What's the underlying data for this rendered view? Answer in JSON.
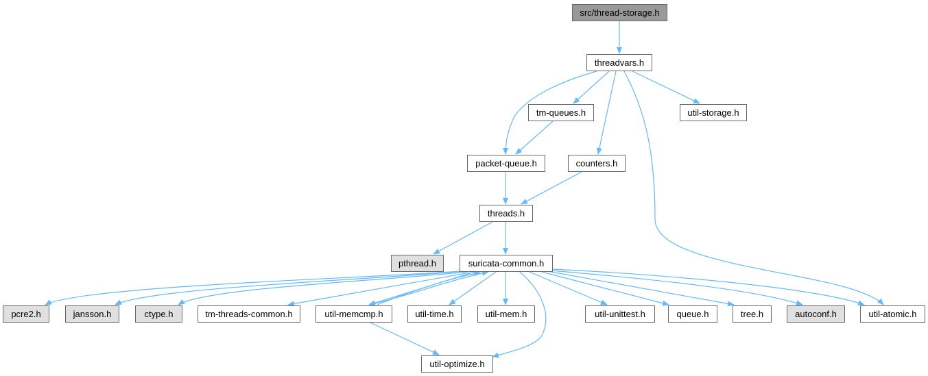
{
  "diagram": {
    "colors": {
      "edge": "#63b8ff",
      "border": "#666666",
      "text": "#000000",
      "root_fill": "#999999",
      "external_fill": "#e0e0e0",
      "normal_fill": "#ffffff"
    },
    "nodes": [
      {
        "id": "thread-storage",
        "label": "src/thread-storage.h",
        "kind": "root"
      },
      {
        "id": "threadvars",
        "label": "threadvars.h",
        "kind": "normal"
      },
      {
        "id": "tm-queues",
        "label": "tm-queues.h",
        "kind": "normal"
      },
      {
        "id": "util-storage",
        "label": "util-storage.h",
        "kind": "normal"
      },
      {
        "id": "packet-queue",
        "label": "packet-queue.h",
        "kind": "normal"
      },
      {
        "id": "counters",
        "label": "counters.h",
        "kind": "normal"
      },
      {
        "id": "threads",
        "label": "threads.h",
        "kind": "normal"
      },
      {
        "id": "pthread",
        "label": "pthread.h",
        "kind": "external"
      },
      {
        "id": "suricata-common",
        "label": "suricata-common.h",
        "kind": "normal"
      },
      {
        "id": "pcre2",
        "label": "pcre2.h",
        "kind": "external"
      },
      {
        "id": "jansson",
        "label": "jansson.h",
        "kind": "external"
      },
      {
        "id": "ctype",
        "label": "ctype.h",
        "kind": "external"
      },
      {
        "id": "tm-threads-common",
        "label": "tm-threads-common.h",
        "kind": "normal"
      },
      {
        "id": "util-memcmp",
        "label": "util-memcmp.h",
        "kind": "normal"
      },
      {
        "id": "util-time",
        "label": "util-time.h",
        "kind": "normal"
      },
      {
        "id": "util-mem",
        "label": "util-mem.h",
        "kind": "normal"
      },
      {
        "id": "util-unittest",
        "label": "util-unittest.h",
        "kind": "normal"
      },
      {
        "id": "queue",
        "label": "queue.h",
        "kind": "normal"
      },
      {
        "id": "tree",
        "label": "tree.h",
        "kind": "normal"
      },
      {
        "id": "autoconf",
        "label": "autoconf.h",
        "kind": "external"
      },
      {
        "id": "util-atomic",
        "label": "util-atomic.h",
        "kind": "normal"
      },
      {
        "id": "util-optimize",
        "label": "util-optimize.h",
        "kind": "normal"
      }
    ],
    "edges": [
      {
        "from": "thread-storage",
        "to": "threadvars"
      },
      {
        "from": "threadvars",
        "to": "tm-queues"
      },
      {
        "from": "threadvars",
        "to": "util-storage"
      },
      {
        "from": "threadvars",
        "to": "packet-queue"
      },
      {
        "from": "threadvars",
        "to": "counters"
      },
      {
        "from": "threadvars",
        "to": "util-atomic"
      },
      {
        "from": "tm-queues",
        "to": "packet-queue"
      },
      {
        "from": "packet-queue",
        "to": "threads"
      },
      {
        "from": "counters",
        "to": "threads"
      },
      {
        "from": "threads",
        "to": "pthread"
      },
      {
        "from": "threads",
        "to": "suricata-common"
      },
      {
        "from": "suricata-common",
        "to": "pcre2"
      },
      {
        "from": "suricata-common",
        "to": "jansson"
      },
      {
        "from": "suricata-common",
        "to": "ctype"
      },
      {
        "from": "suricata-common",
        "to": "tm-threads-common"
      },
      {
        "from": "suricata-common",
        "to": "util-memcmp"
      },
      {
        "from": "suricata-common",
        "to": "util-time"
      },
      {
        "from": "suricata-common",
        "to": "util-mem"
      },
      {
        "from": "suricata-common",
        "to": "util-unittest"
      },
      {
        "from": "suricata-common",
        "to": "queue"
      },
      {
        "from": "suricata-common",
        "to": "tree"
      },
      {
        "from": "suricata-common",
        "to": "autoconf"
      },
      {
        "from": "suricata-common",
        "to": "util-atomic"
      },
      {
        "from": "suricata-common",
        "to": "util-optimize"
      },
      {
        "from": "util-memcmp",
        "to": "suricata-common"
      },
      {
        "from": "util-time",
        "to": "suricata-common"
      },
      {
        "from": "util-memcmp",
        "to": "util-optimize"
      }
    ]
  }
}
